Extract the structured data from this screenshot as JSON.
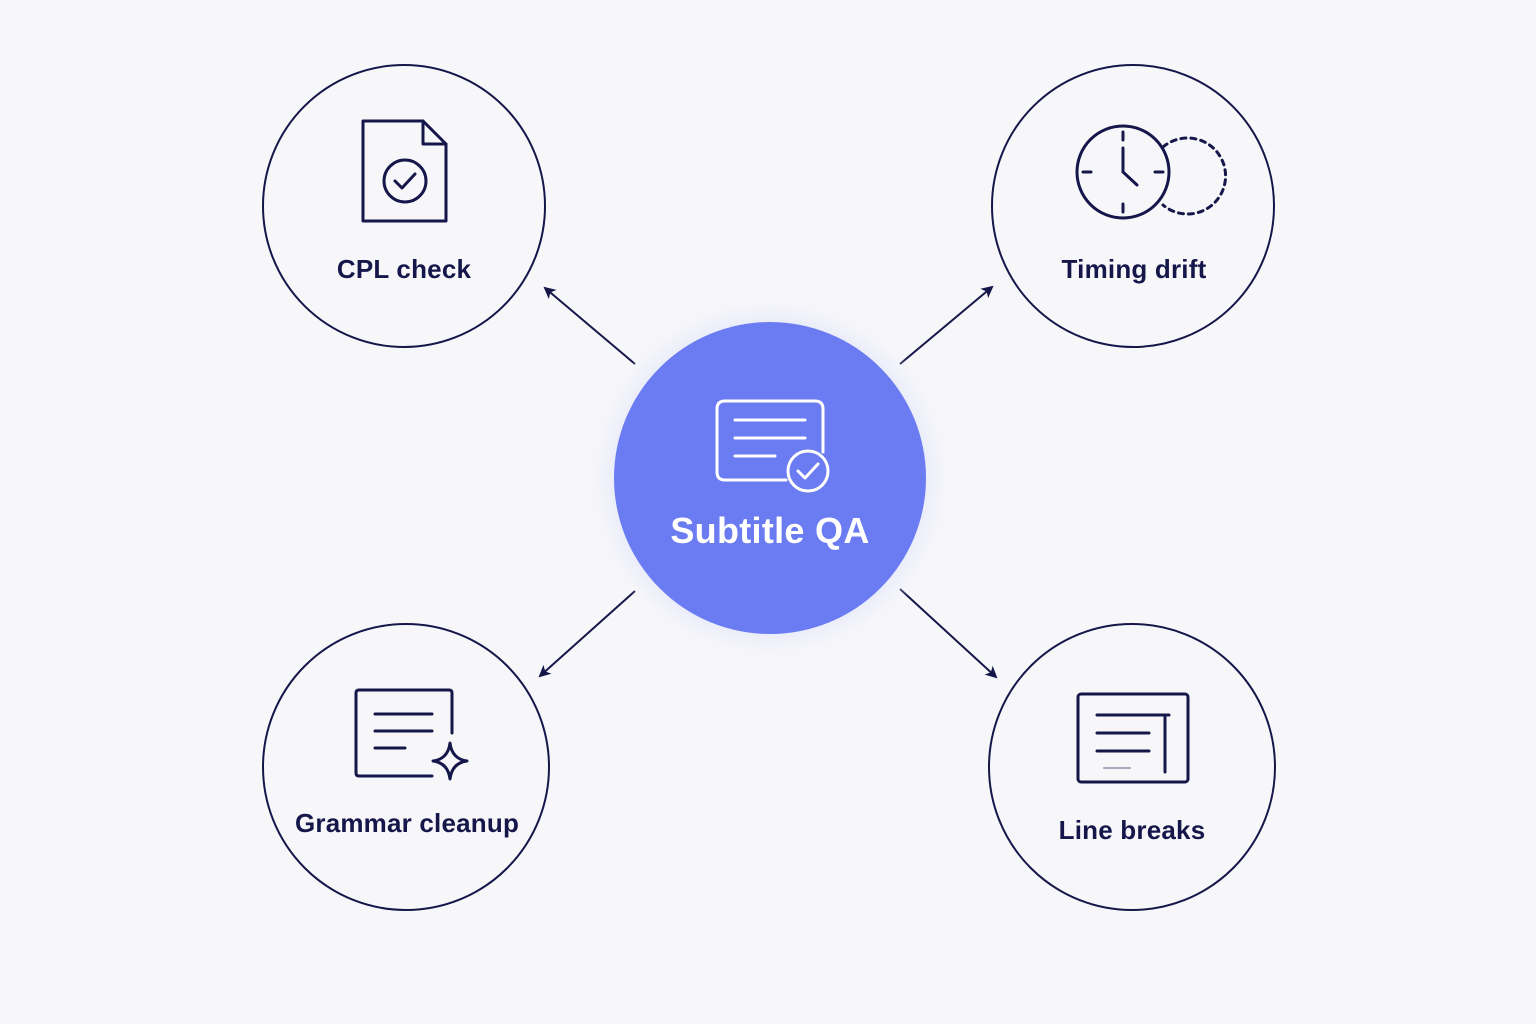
{
  "colors": {
    "background": "#f7f7f9",
    "center_fill": "#6b7cf2",
    "center_halo": "#e6e9fb",
    "ink": "#15164a",
    "center_text": "#ffffff"
  },
  "center": {
    "label": "Subtitle QA",
    "icon": "subtitle-check-icon"
  },
  "nodes": {
    "cpl_check": {
      "label": "CPL check",
      "icon": "document-check-icon"
    },
    "timing_drift": {
      "label": "Timing drift",
      "icon": "clock-drift-icon"
    },
    "grammar_cleanup": {
      "label": "Grammar cleanup",
      "icon": "text-sparkle-icon"
    },
    "line_breaks": {
      "label": "Line breaks",
      "icon": "line-break-icon"
    }
  }
}
